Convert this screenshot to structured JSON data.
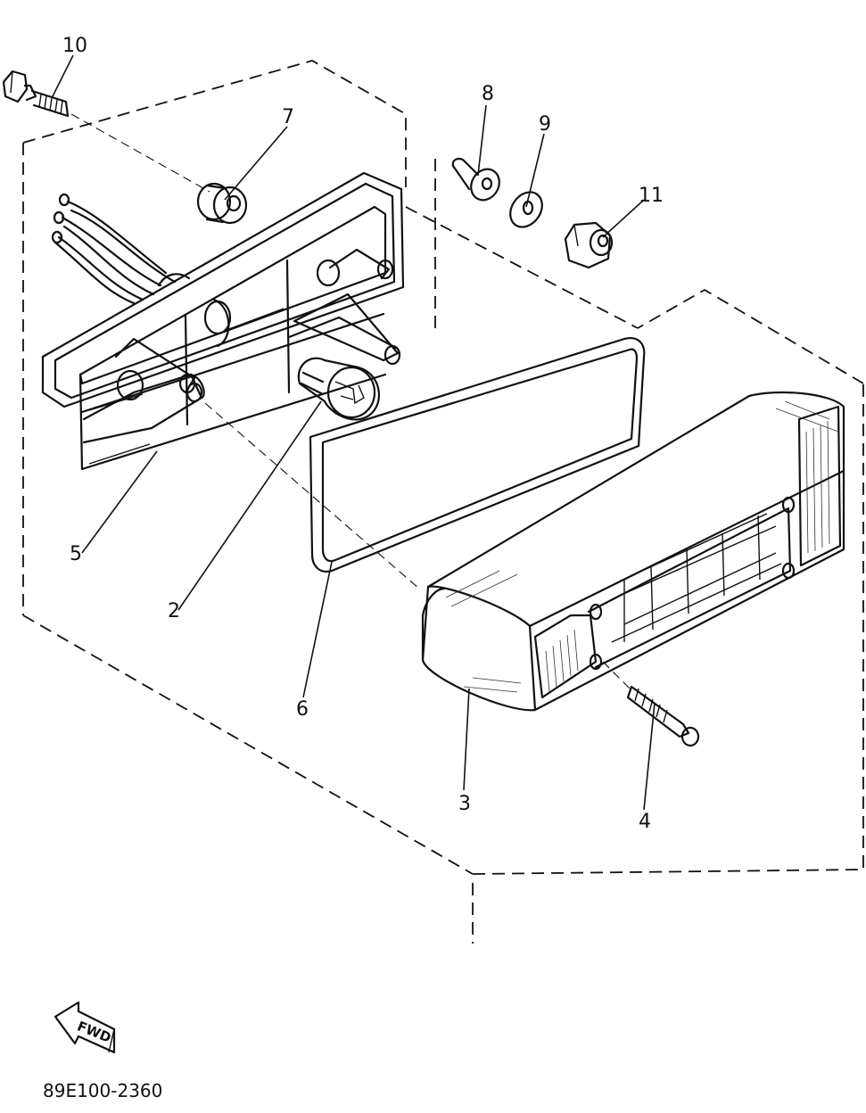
{
  "callouts": {
    "c1": "10",
    "c2": "7",
    "c3": "8",
    "c4": "9",
    "c5": "11",
    "c6": "5",
    "c7": "2",
    "c8": "6",
    "c9": "3",
    "c10": "4"
  },
  "fwd_label": "FWD",
  "drawing_code": "89E100-2360"
}
